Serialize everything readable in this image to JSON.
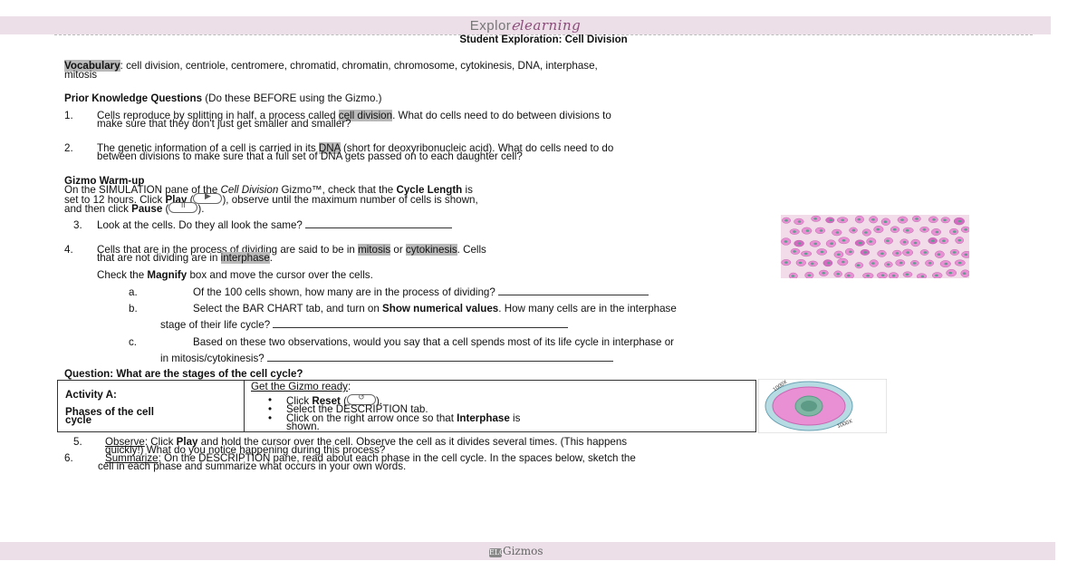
{
  "header": {
    "logo_part1": "Explor",
    "logo_part2": "learning",
    "title": "Student Exploration: Cell Division"
  },
  "vocab": {
    "label": "Vocabulary",
    "line1": ": cell division, centriole, centromere, chromatid, chromatin, chromosome, cytokinesis, DNA, interphase,",
    "line2": "mitosis"
  },
  "prior": {
    "heading_bold": "Prior Knowledge Questions",
    "heading_rest": " (Do these BEFORE using the Gizmo.)",
    "q1_num": "1.",
    "q1_a": "Cells reproduce by splitting in half, a process called ",
    "q1_hl": "cell division",
    "q1_b": ". What do cells need to do between divisions to",
    "q1_line2": "make sure that they don't just get smaller and smaller?",
    "q2_num": "2.",
    "q2_a": "The genetic information of a cell is carried in its ",
    "q2_hl": "DNA",
    "q2_b": " (short for deoxyribonucleic acid). What do cells need to do",
    "q2_line2": "between divisions to make sure that a full set of DNA gets passed on to each daughter cell?"
  },
  "warmup": {
    "heading": "Gizmo Warm-up",
    "l1_a": "On the SIMULATION pane of the ",
    "l1_i": "Cell Division",
    "l1_b": " Gizmo™, check that the ",
    "l1_bold": "Cycle Length",
    "l1_c": " is",
    "l2_a": "set to 12 hours. Click ",
    "l2_bold": "Play",
    "l2_b": " (",
    "l2_c": "), observe until the maximum number of cells is shown,",
    "l3_a": "and then click ",
    "l3_bold": "Pause",
    "l3_b": " (",
    "l3_c": ").",
    "play_glyph": "▶",
    "pause_glyph": "II",
    "q3_num": "3.",
    "q3_text": "Look at the cells. Do they all look the same?",
    "q4_num": "4.",
    "q4_a": "Cells that are in the process of dividing are said to be in ",
    "q4_hl1": "mitosis",
    "q4_b": " or ",
    "q4_hl2": "cytokinesis",
    "q4_c": ". Cells",
    "q4_l2_a": "that are not dividing are in ",
    "q4_hl3": "interphase",
    "q4_l2_b": ".",
    "check_a": "Check the ",
    "check_bold": "Magnify",
    "check_b": " box and move the cursor over the cells.",
    "a_label": "a.",
    "a_text": "Of the 100 cells shown, how many are in the process of dividing?",
    "b_label": "b.",
    "b_text_a": "Select the BAR CHART tab, and turn on ",
    "b_bold": "Show numerical values",
    "b_text_b": ". How many cells are in the interphase",
    "b_line2": "stage of their life cycle?",
    "c_label": "c.",
    "c_text": "Based on these two observations, would you say that a cell spends most of its life cycle in interphase or",
    "c_line2": "in mitosis/cytokinesis?"
  },
  "question": "Question: What are the stages of the cell cycle?",
  "activity": {
    "title": "Activity A:",
    "subtitle_l1": "Phases of the cell",
    "subtitle_l2": "cycle",
    "ready": "Get the Gizmo ready",
    "ready_colon": ":",
    "b1_a": "Click ",
    "b1_bold": "Reset",
    "b1_b": " (",
    "b1_c": ").",
    "reset_glyph": "↺",
    "b2": "Select the DESCRIPTION tab.",
    "b3_a": "Click on the right arrow once so that ",
    "b3_bold": "Interphase",
    "b3_b": " is",
    "b3_l2": "shown.",
    "img_label_top": "1000X",
    "img_label_bottom": "1000X"
  },
  "steps": {
    "s5_num": "5.",
    "s5_u": "Observe",
    "s5_a": ": Click ",
    "s5_bold": "Play",
    "s5_b": " and hold the cursor over the cell. Observe the cell as it divides several times. (This happens",
    "s5_l2": "quickly!) What do you notice happening during this process?",
    "s6_num": "6.",
    "s6_u": "Summarize",
    "s6_a": ": On the DESCRIPTION pane, read about each phase in the cell cycle. In the spaces below, sketch the",
    "s6_l2": "cell in each phase and summarize what occurs in your own words."
  },
  "footer": {
    "mark": "ELG",
    "logo": "Gizmos"
  }
}
